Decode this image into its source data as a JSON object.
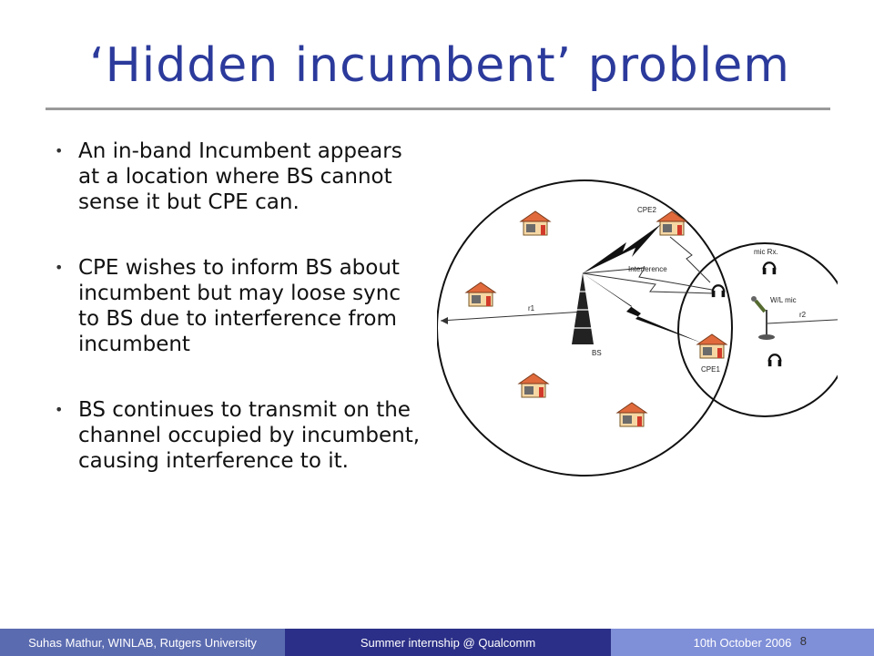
{
  "slide": {
    "title": "‘Hidden incumbent’ problem",
    "bullets": [
      "An in-band Incumbent appears at a location where BS cannot sense it but CPE can.",
      "CPE wishes to inform BS about incumbent but may loose sync to BS due to interference from incumbent",
      "BS continues to transmit on the channel occupied by incumbent, causing interference to it."
    ]
  },
  "diagram": {
    "labels": {
      "cpe2": "CPE2",
      "cpe1": "CPE1",
      "interference": "Interference",
      "bs": "BS",
      "r1": "r1",
      "r2": "r2",
      "mic_rx": "mic Rx.",
      "wl_mic": "W/L mic"
    }
  },
  "footer": {
    "author": "Suhas Mathur, WINLAB, Rutgers University",
    "event": "Summer internship @ Qualcomm",
    "date": "10th October 2006",
    "page": "8"
  },
  "colors": {
    "title": "#2b3a9b",
    "footer_left": "#5b6bb0",
    "footer_mid": "#2b2f87",
    "footer_right": "#7f8fd8"
  }
}
